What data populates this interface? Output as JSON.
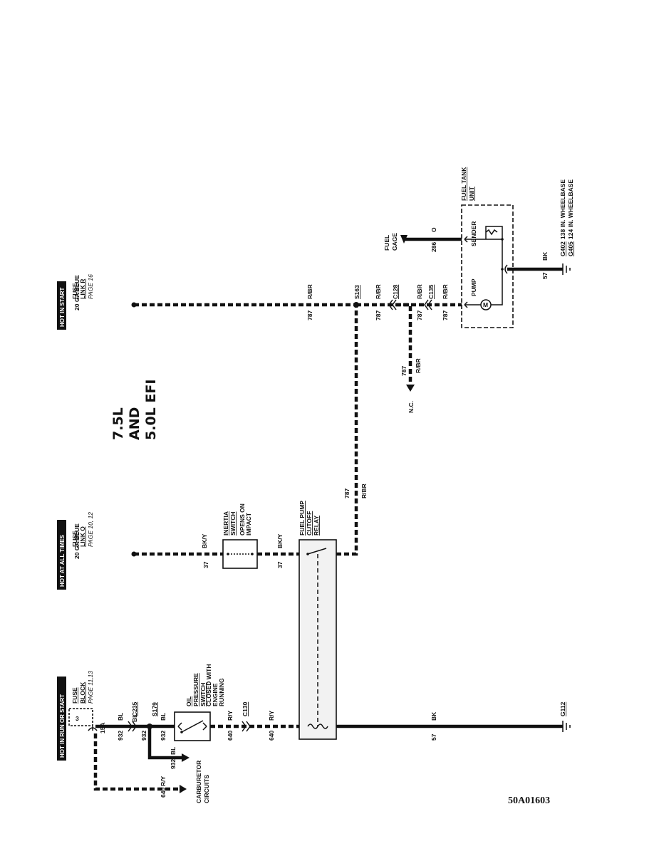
{
  "headers": {
    "run_or_start": "HOT IN RUN OR START",
    "at_all_times": "HOT AT ALL TIMES",
    "in_start": "HOT IN START"
  },
  "sources": {
    "fuse_block": {
      "l1": "FUSE",
      "l2": "BLOCK",
      "page": "PAGE 11,13",
      "fuse_no": "3",
      "rating": "15A"
    },
    "fuse_link_q": {
      "l1": "FUSE",
      "l2": "LINK Q",
      "page": "PAGE 10, 12",
      "wire": "20 GA BLUE"
    },
    "fuse_link_r": {
      "l1": "FUSE",
      "l2": "LINK R",
      "page": "PAGE 16",
      "wire": "20 GA BLUE"
    }
  },
  "engine_label": {
    "l1": "7.5L",
    "l2": "AND",
    "l3": "5.0L EFI"
  },
  "components": {
    "oil_switch": {
      "l1": "OIL",
      "l2": "PRESSURE",
      "l3": "SWITCH",
      "n1": "CLOSED WITH",
      "n2": "ENGINE",
      "n3": "RUNNING"
    },
    "inertia_switch": {
      "l1": "INERTIA",
      "l2": "SWITCH",
      "n1": "OPENS ON",
      "n2": "IMPACT"
    },
    "relay": {
      "l1": "FUEL PUMP",
      "l2": "CUTOFF",
      "l3": "RELAY"
    },
    "fuel_tank": {
      "l1": "FUEL TANK",
      "l2": "UNIT",
      "sender": "SENDER",
      "pump": "PUMP",
      "motor": "M"
    },
    "fuel_gage": {
      "l1": "FUEL",
      "l2": "GAGE"
    }
  },
  "connectors": {
    "c235": "C235",
    "s179": "S179",
    "c130": "C130",
    "s163": "S163",
    "c128": "C128",
    "c135": "C135",
    "g112": "G112",
    "g402": "G402",
    "g405": "G405"
  },
  "ground_notes": {
    "g402": "138 IN. WHEELBASE",
    "g405": "124 IN. WHEELBASE"
  },
  "wires": {
    "w932": "932",
    "w640": "640",
    "w37": "37",
    "w787": "787",
    "w57": "57",
    "w286": "286",
    "bl": "BL",
    "ry": "R/Y",
    "bky": "BK/Y",
    "rbr": "R/BR",
    "bk": "BK",
    "o": "O"
  },
  "misc": {
    "carb1": "CARBURETOR",
    "carb2": "CIRCUITS",
    "nc": "N.C."
  },
  "footer_code": "50A01603"
}
